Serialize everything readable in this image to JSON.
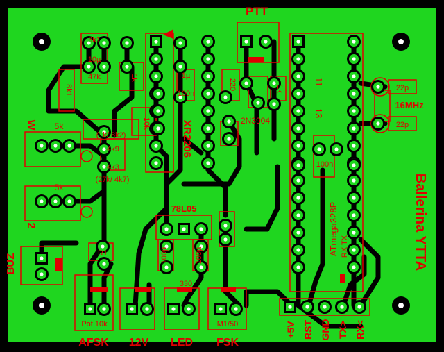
{
  "board_title": "Ballerina YTTA",
  "connectors": {
    "ptt": "PTT",
    "afsk": "AFSK",
    "v12": "12V",
    "led": "LED",
    "fsk": "FSK",
    "buz": "BUZ",
    "serial": [
      "+5V",
      "RST",
      "GND",
      "TX>",
      "RX<"
    ]
  },
  "components": {
    "ic_main": "ATmega328P",
    "ic_main_pins": "RX TX",
    "ic_xr": "XR2206",
    "regulator": "78L05",
    "transistor": "2N3904",
    "crystal": "16MHz",
    "cap_12p_a": "22p",
    "cap_12p_b": "22p",
    "pin_11": "11",
    "pin_13": "13",
    "sw_w": "W",
    "sw_2": "2",
    "pot_5k_a": "5k",
    "pot_5k_b": "5k",
    "res_3k1": "3k1",
    "cap_10u": "10µ",
    "res_47k": "47k",
    "res_8k1": "8k1",
    "res_k": "1k",
    "cap_1u": "1µ",
    "cap_100n": "100n",
    "res_220": "220",
    "res_1k_b": "1k",
    "res_4k9": "4k9",
    "res_4k3": "4k3",
    "note_a": "(1k/ 8k2)",
    "note_b": "(27k/ 4k7)",
    "res_10k": "10k",
    "cap_100u_a": "100µ",
    "cap_100u_b": "100µ",
    "res_330": "330",
    "res_r1": "R1",
    "pot10k": "Pot 10k",
    "m1": "M1/50",
    "cap_100n_b": "100n"
  }
}
